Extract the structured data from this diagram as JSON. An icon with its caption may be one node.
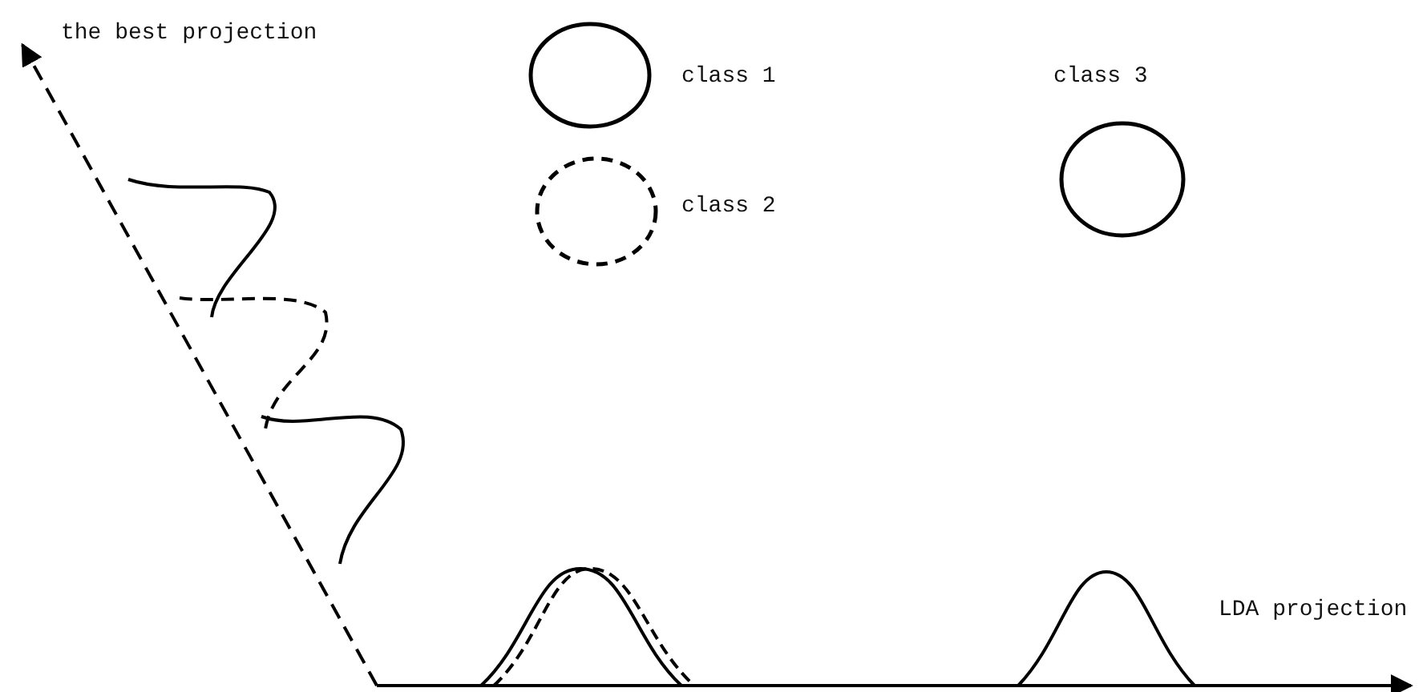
{
  "diagram": {
    "nodes": [
      {
        "text": [],
        "shape": "circle",
        "beside": [
          "class 1"
        ]
      },
      {
        "text": [],
        "shape": "circle",
        "beside": [
          "class 2"
        ]
      },
      {
        "text": [],
        "shape": "circle",
        "beside": [
          "class 3"
        ]
      }
    ],
    "labels": [
      "the best projection",
      "LDA projection"
    ]
  }
}
